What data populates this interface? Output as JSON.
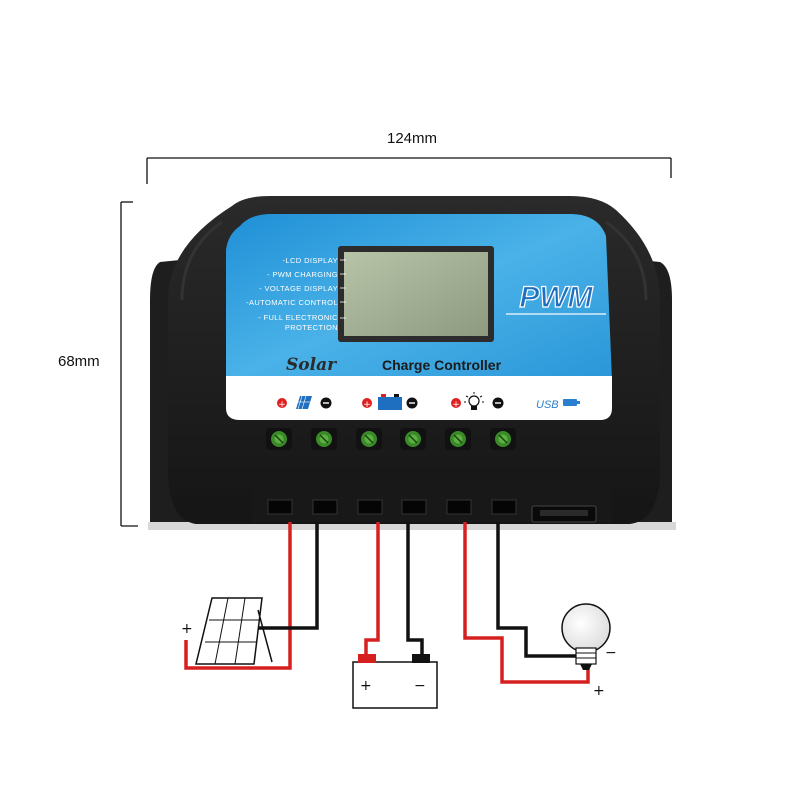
{
  "dimensions": {
    "width_label": "124mm",
    "height_label": "68mm"
  },
  "features": [
    "-LCD DISPLAY",
    "- PWM CHARGING",
    "- VOLTAGE DISPLAY",
    "-AUTOMATIC CONTROL",
    "- FULL ELECTRONIC",
    "PROTECTION"
  ],
  "brand": {
    "logo": "PWM",
    "solar": "Solar",
    "subtitle": "Charge Controller",
    "usb": "USB"
  },
  "signs": {
    "plus": "+",
    "minus": "−"
  },
  "colors": {
    "panel_blue": "#3aa0dc",
    "body": "#1c1c1c",
    "terminal_green": "#3a8a2a",
    "wire_red": "#d62020",
    "wire_black": "#111111"
  },
  "icons": [
    "solar-panel-icon",
    "battery-icon",
    "light-bulb-icon",
    "usb-icon"
  ]
}
